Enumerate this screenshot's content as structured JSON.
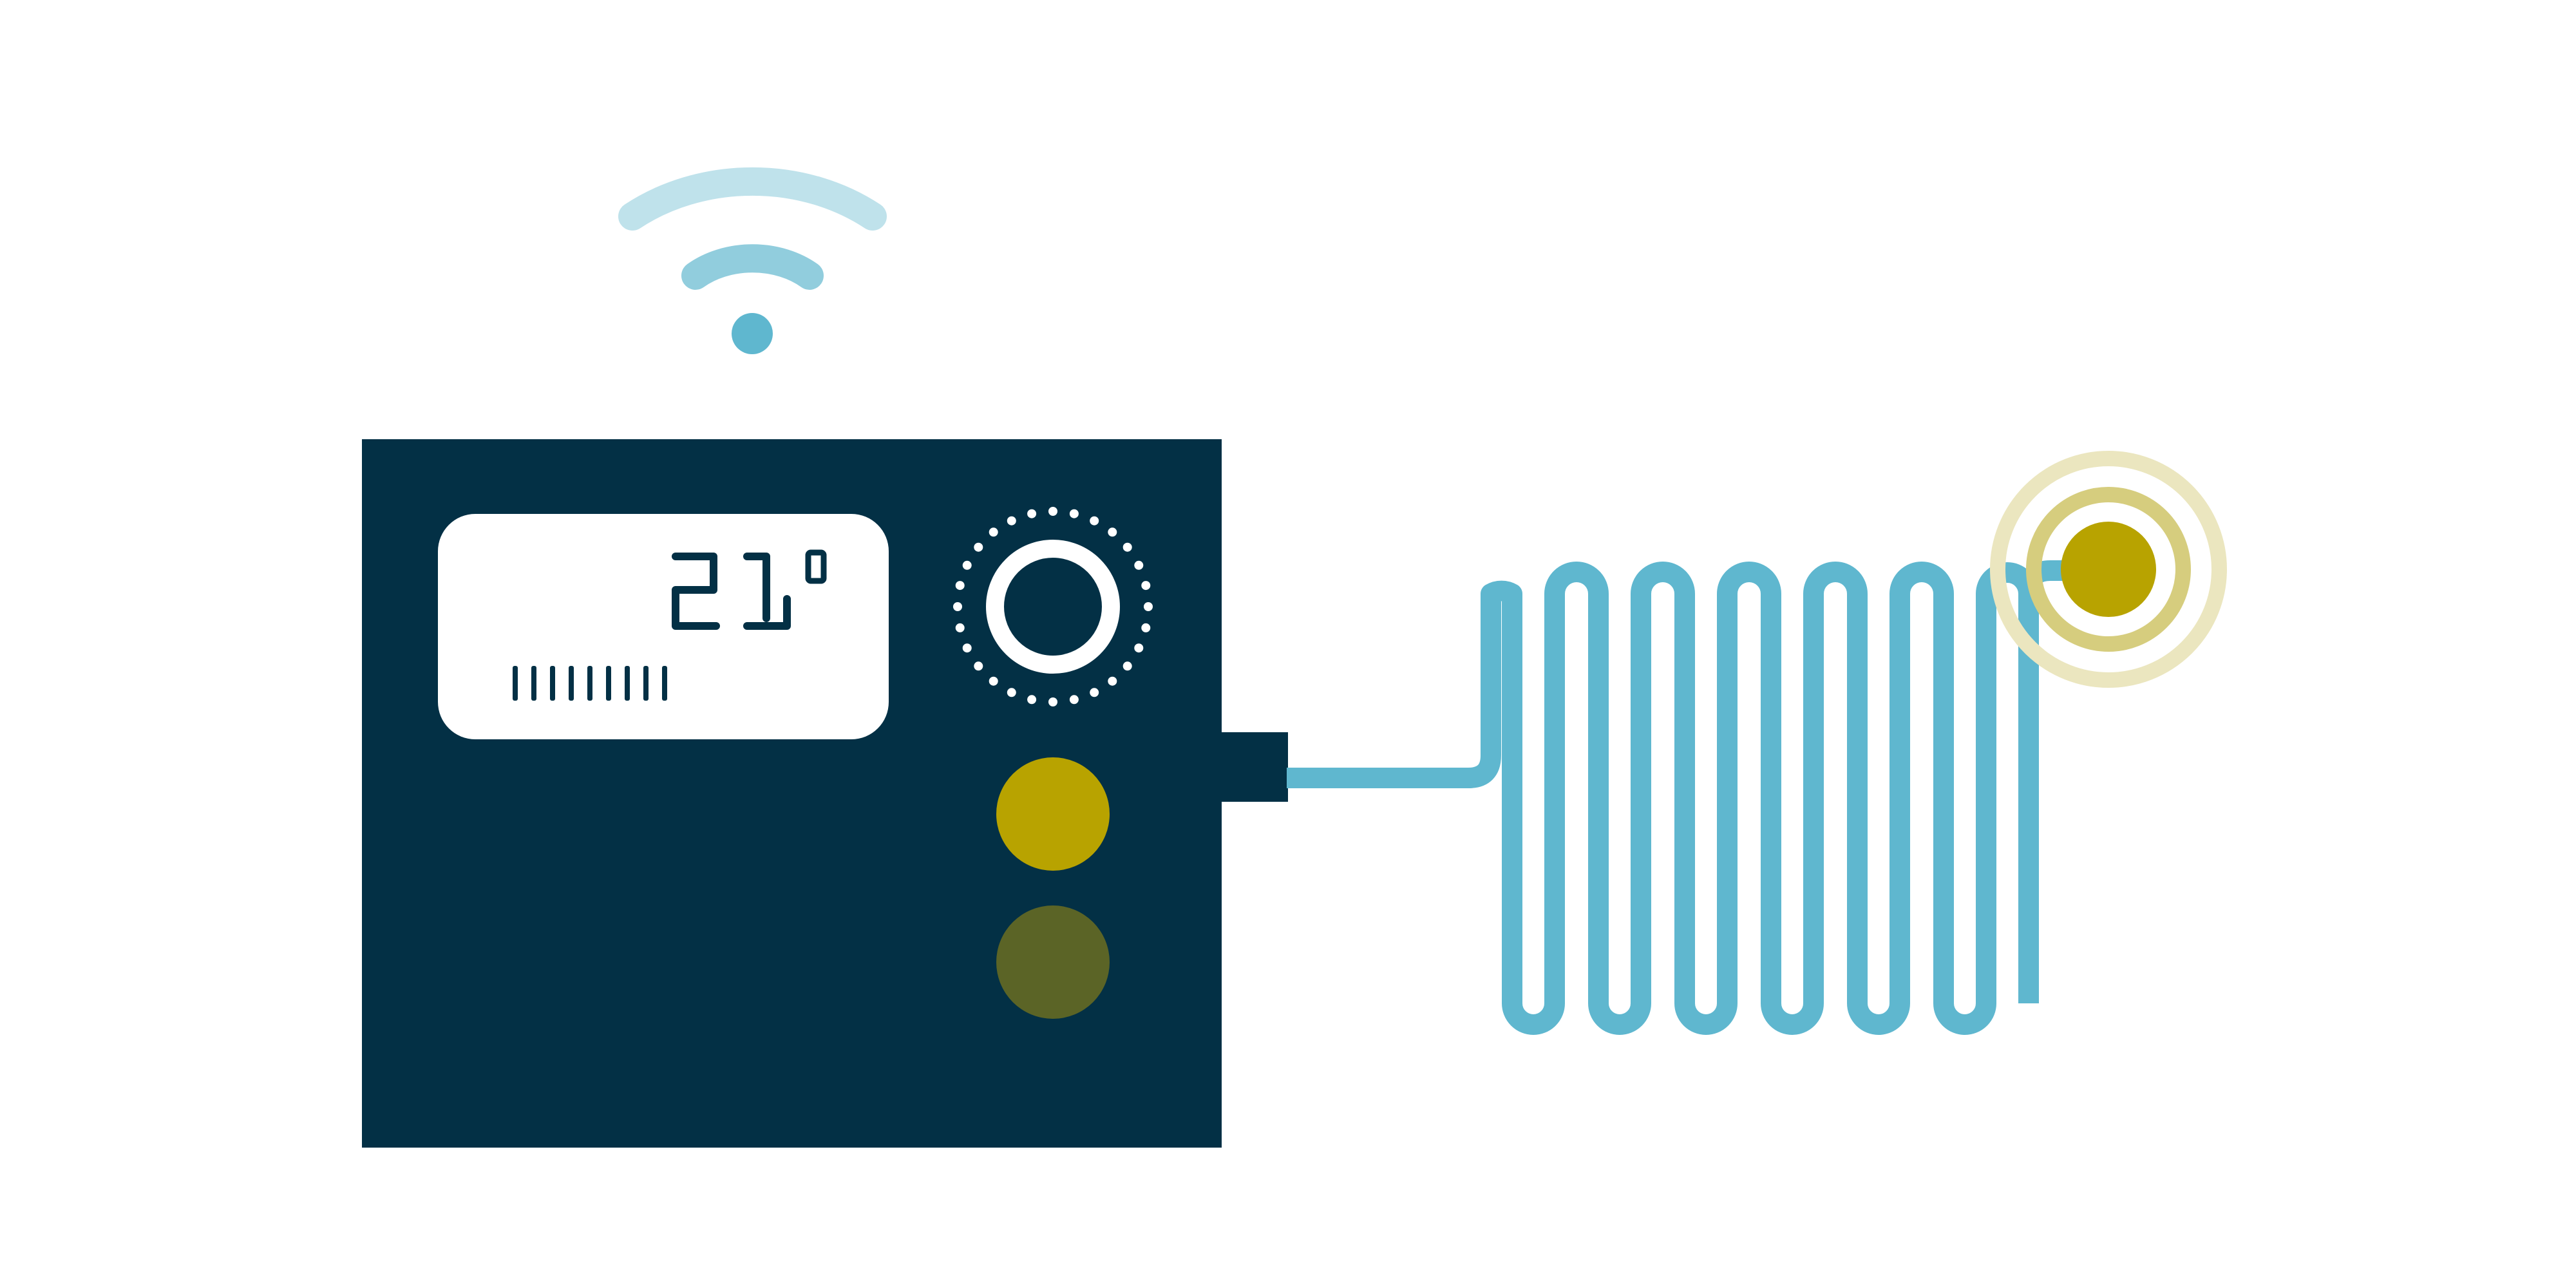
{
  "thermostat": {
    "temperature_digits": "21",
    "degree_symbol": "°",
    "display_bar_count": 9,
    "dial_dot_count": 28
  },
  "indicators": [
    {
      "name": "active-indicator",
      "color": "#b8a300"
    },
    {
      "name": "inactive-indicator",
      "color": "#5b6426"
    }
  ],
  "floor_heating": {
    "pipe_loop_count": 6
  },
  "sensor": {
    "color": "#b8a300",
    "ring_colors": [
      "#d6cd7e",
      "#ebe6bf"
    ]
  },
  "colors": {
    "unit_body": "#033045",
    "display_bg": "#ffffff",
    "pipe": "#5fb7cf",
    "wifi_strong": "#5fb7cf",
    "wifi_mid": "#91cddd",
    "wifi_weak": "#bfe2eb"
  },
  "icons": [
    "wifi-icon",
    "dial-icon",
    "sensor-icon"
  ]
}
